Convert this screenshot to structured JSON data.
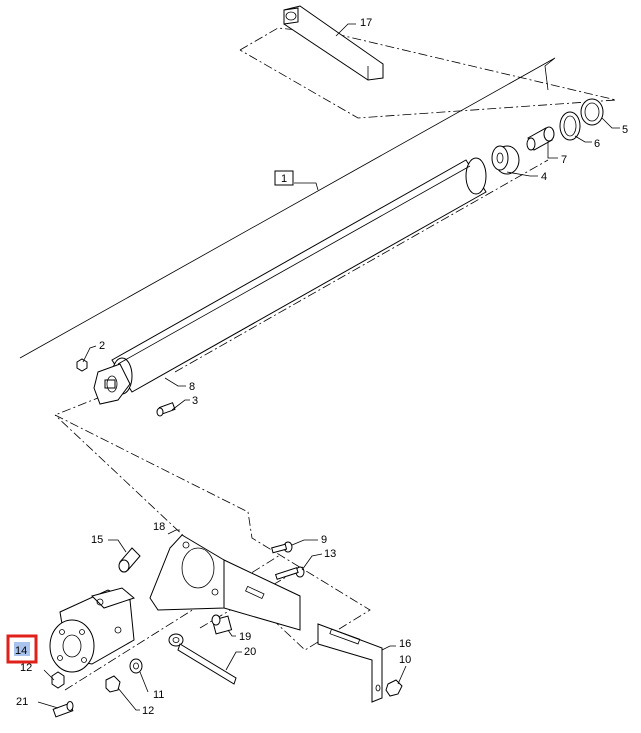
{
  "diagram": {
    "callouts": {
      "c1": "1",
      "c2": "2",
      "c3": "3",
      "c4": "4",
      "c5": "5",
      "c6": "6",
      "c7": "7",
      "c8": "8",
      "c9": "9",
      "c10": "10",
      "c11": "11",
      "c12a": "12",
      "c12b": "12",
      "c13": "13",
      "c14": "14",
      "c15": "15",
      "c16": "16",
      "c17": "17",
      "c18": "18",
      "c19": "19",
      "c20": "20",
      "c21": "21"
    },
    "highlight": {
      "callout": "14",
      "frame_color": "#e0201b",
      "fill_color": "#a9c3ec"
    }
  }
}
